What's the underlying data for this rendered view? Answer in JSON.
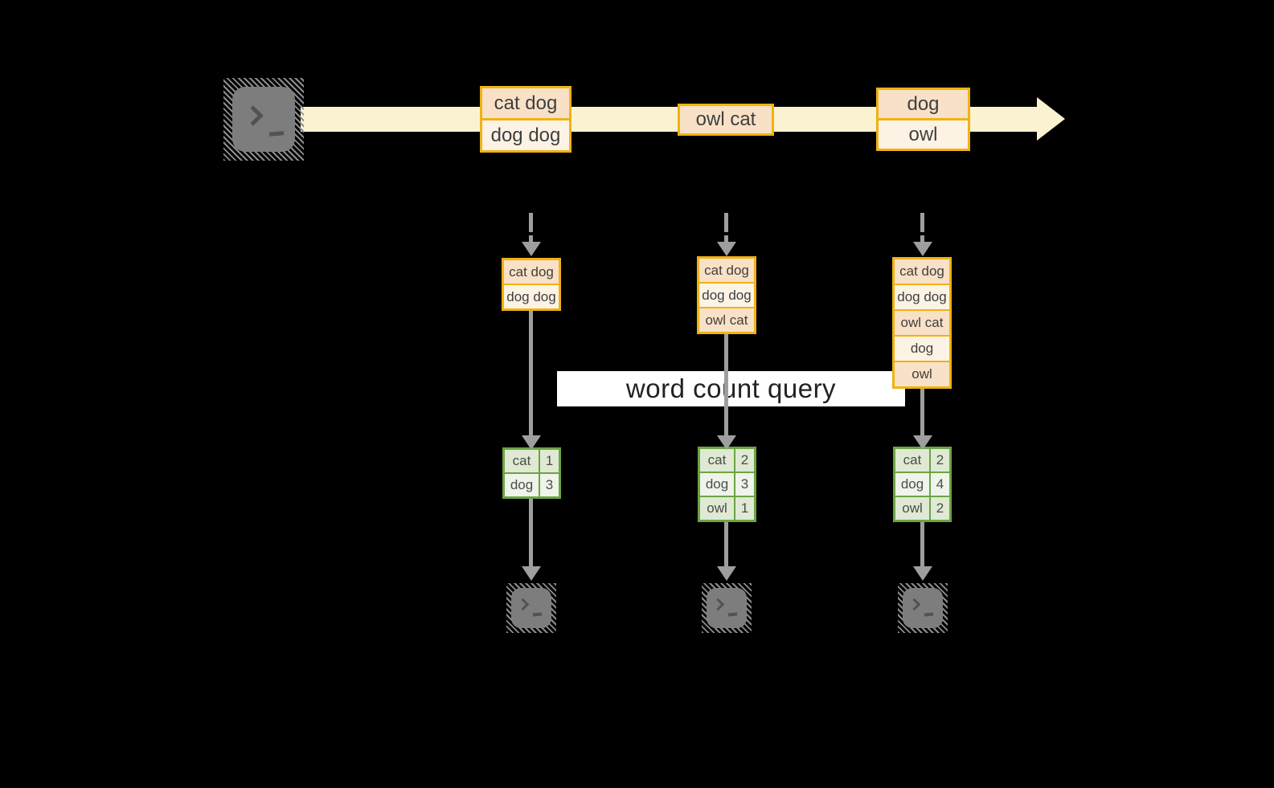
{
  "query_label": "word count query",
  "icons": {
    "source": "terminal-prompt-icon",
    "sinks": [
      "terminal-prompt-icon",
      "terminal-prompt-icon",
      "terminal-prompt-icon"
    ],
    "stream_direction": "arrow-right-icon"
  },
  "stream": {
    "records": [
      {
        "rows": [
          {
            "text": "cat dog"
          },
          {
            "text": "dog dog"
          }
        ]
      },
      {
        "rows": [
          {
            "text": "owl cat"
          }
        ]
      },
      {
        "rows": [
          {
            "text": "dog"
          },
          {
            "text": "owl"
          }
        ]
      }
    ]
  },
  "columns": [
    {
      "buffered_records": [
        {
          "text": "cat dog"
        },
        {
          "text": "dog dog"
        }
      ],
      "word_counts": [
        {
          "word": "cat",
          "count": "1"
        },
        {
          "word": "dog",
          "count": "3"
        }
      ]
    },
    {
      "buffered_records": [
        {
          "text": "cat dog"
        },
        {
          "text": "dog dog"
        },
        {
          "text": "owl cat"
        }
      ],
      "word_counts": [
        {
          "word": "cat",
          "count": "2"
        },
        {
          "word": "dog",
          "count": "3"
        },
        {
          "word": "owl",
          "count": "1"
        }
      ]
    },
    {
      "buffered_records": [
        {
          "text": "cat dog"
        },
        {
          "text": "dog dog"
        },
        {
          "text": "owl cat"
        },
        {
          "text": "dog"
        },
        {
          "text": "owl"
        }
      ],
      "word_counts": [
        {
          "word": "cat",
          "count": "2"
        },
        {
          "word": "dog",
          "count": "4"
        },
        {
          "word": "owl",
          "count": "2"
        }
      ]
    }
  ],
  "colors": {
    "background": "#000000",
    "stream_band": "#fbf2d1",
    "record_border": "#f0b213",
    "record_fill_dark": "#f8e1c6",
    "record_fill_light": "#fdf3e5",
    "count_border": "#6ca443",
    "count_fill_dark": "#dfe9d3",
    "count_fill_light": "#eef4e9",
    "arrow_gray": "#9e9e9e",
    "terminal_gray": "#7d7d7d"
  }
}
